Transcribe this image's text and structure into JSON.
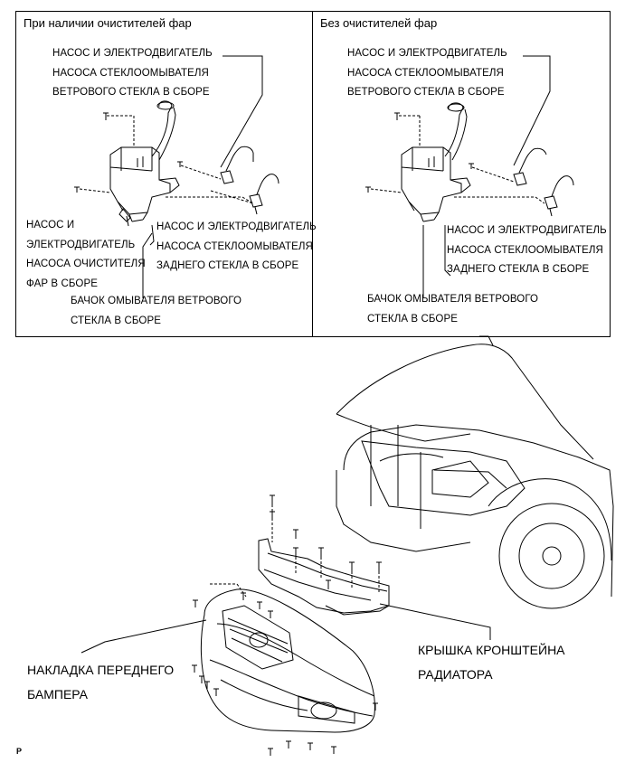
{
  "left_panel": {
    "title": "При наличии очистителей фар",
    "pump_windshield": [
      "НАСОС И ЭЛЕКТРОДВИГАТЕЛЬ",
      "НАСОСА СТЕКЛООМЫВАТЕЛЯ",
      "ВЕТРОВОГО СТЕКЛА В СБОРЕ"
    ],
    "pump_headlamp": [
      "НАСОС И",
      "ЭЛЕКТРОДВИГАТЕЛЬ",
      "НАСОСА ОЧИСТИТЕЛЯ",
      "ФАР В СБОРЕ"
    ],
    "pump_rear": [
      "НАСОС И ЭЛЕКТРОДВИГАТЕЛЬ",
      "НАСОСА СТЕКЛООМЫВАТЕЛЯ",
      "ЗАДНЕГО СТЕКЛА В СБОРЕ"
    ],
    "tank": [
      "БАЧОК ОМЫВАТЕЛЯ ВЕТРОВОГО",
      "СТЕКЛА В СБОРЕ"
    ]
  },
  "right_panel": {
    "title": "Без очистителей фар",
    "pump_windshield": [
      "НАСОС И ЭЛЕКТРОДВИГАТЕЛЬ",
      "НАСОСА СТЕКЛООМЫВАТЕЛЯ",
      "ВЕТРОВОГО СТЕКЛА В СБОРЕ"
    ],
    "pump_rear": [
      "НАСОС И ЭЛЕКТРОДВИГАТЕЛЬ",
      "НАСОСА СТЕКЛООМЫВАТЕЛЯ",
      "ЗАДНЕГО СТЕКЛА В СБОРЕ"
    ],
    "tank": [
      "БАЧОК ОМЫВАТЕЛЯ ВЕТРОВОГО",
      "СТЕКЛА В СБОРЕ"
    ]
  },
  "bottom": {
    "bumper_cover": [
      "НАКЛАДКА ПЕРЕДНЕГО",
      "БАМПЕРА"
    ],
    "radiator_support_cover": [
      "КРЫШКА КРОНШТЕЙНА",
      "РАДИАТОРА"
    ]
  },
  "reference_code": "P"
}
